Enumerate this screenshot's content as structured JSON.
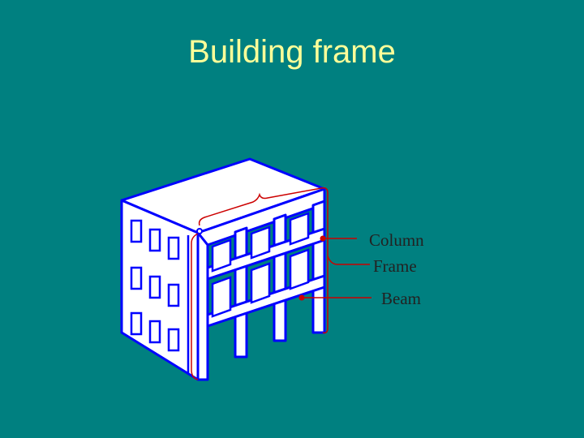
{
  "slide": {
    "title": "Building frame"
  },
  "diagram": {
    "subject": "building-frame-isometric",
    "outline_color": "#0000ff",
    "body_color": "#ffffff",
    "brace_color": "#cc0000",
    "labels": {
      "column": "Column",
      "frame": "Frame",
      "beam": "Beam"
    }
  }
}
